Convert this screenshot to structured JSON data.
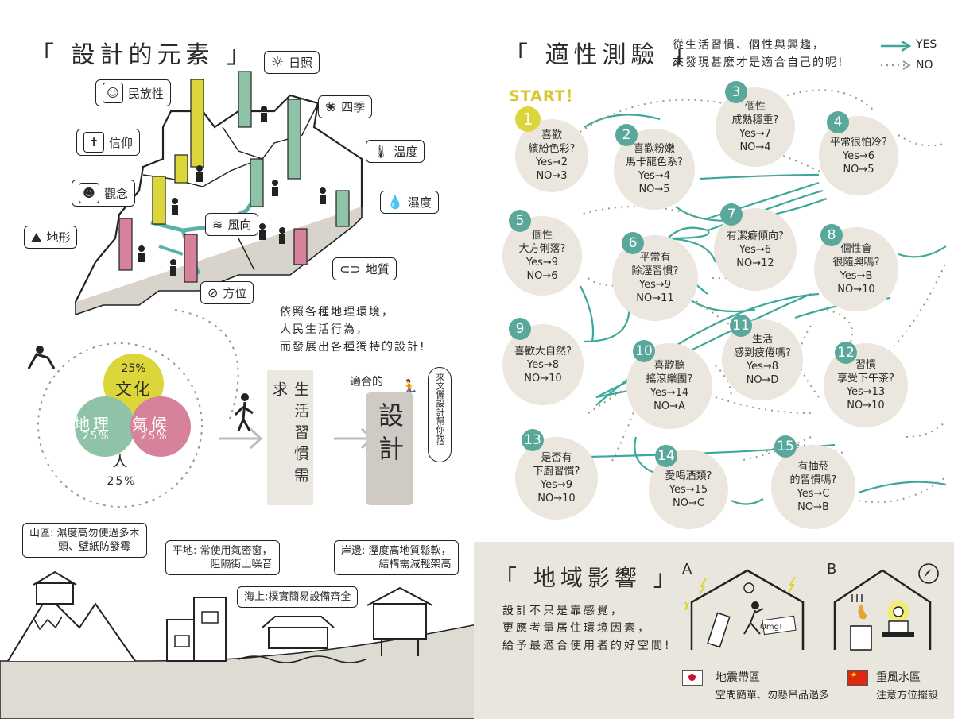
{
  "left": {
    "title": "「 設計的元素 」",
    "elements": {
      "ethnicity": "民族性",
      "faith": "信仰",
      "concept": "觀念",
      "terrain": "地形",
      "sunshine": "日照",
      "seasons": "四季",
      "temperature": "溫度",
      "humidity": "濕度",
      "wind": "風向",
      "geology": "地質",
      "orientation": "方位"
    },
    "caption": [
      "依照各種地理環境，",
      "人民生活行為，",
      "而發展出各種獨特的設計!"
    ],
    "venn": {
      "culture_pct": "25%",
      "culture": "文化",
      "geo": "地理",
      "geo_pct": "25%",
      "climate": "氣候",
      "climate_pct": "25%",
      "person": "人",
      "person_pct": "25%"
    },
    "flow": {
      "need": "生活習慣需求",
      "suitable": "適合的",
      "design": "設計",
      "find": "來文儷設計幫你找!"
    },
    "regions": {
      "mountain": [
        "山區: 濕度高勿使過多木",
        "頭、壁紙防發霉"
      ],
      "flat": [
        "平地: 常使用氣密窗，",
        "阻隔街上噪音"
      ],
      "sea": "海上:樸實簡易設備齊全",
      "coast": [
        "岸邊: 溼度高地質鬆軟，",
        "結構需減輕架高"
      ]
    }
  },
  "right": {
    "title": "「 適性測驗 」",
    "subtitle": [
      "從生活習慣、個性與興趣，",
      "來發現甚麼才是適合自己的呢!"
    ],
    "legend": {
      "yes": "YES",
      "no": "NO"
    },
    "start": "START！",
    "nodes": [
      {
        "n": "1",
        "lines": [
          "喜歡",
          "繽紛色彩?",
          "Yes→2",
          "NO→3"
        ]
      },
      {
        "n": "2",
        "lines": [
          "喜歡粉嫩",
          "馬卡龍色系?",
          "Yes→4",
          "NO→5"
        ]
      },
      {
        "n": "3",
        "lines": [
          "個性",
          "成熟穩重?",
          "Yes→7",
          "NO→4"
        ]
      },
      {
        "n": "4",
        "lines": [
          "平常很怕冷?",
          "Yes→6",
          "NO→5"
        ]
      },
      {
        "n": "5",
        "lines": [
          "個性",
          "大方俐落?",
          "Yes→9",
          "NO→6"
        ]
      },
      {
        "n": "6",
        "lines": [
          "平常有",
          "除溼習慣?",
          "Yes→9",
          "NO→11"
        ]
      },
      {
        "n": "7",
        "lines": [
          "有潔癖傾向?",
          "Yes→6",
          "NO→12"
        ]
      },
      {
        "n": "8",
        "lines": [
          "個性會",
          "很隨興嗎?",
          "Yes→B",
          "NO→10"
        ]
      },
      {
        "n": "9",
        "lines": [
          "喜歡大自然?",
          "Yes→8",
          "NO→10"
        ]
      },
      {
        "n": "10",
        "lines": [
          "喜歡聽",
          "搖滾樂團?",
          "Yes→14",
          "NO→A"
        ]
      },
      {
        "n": "11",
        "lines": [
          "生活",
          "感到疲倦嗎?",
          "Yes→8",
          "NO→D"
        ]
      },
      {
        "n": "12",
        "lines": [
          "習慣",
          "享受下午茶?",
          "Yes→13",
          "NO→10"
        ]
      },
      {
        "n": "13",
        "lines": [
          "是否有",
          "下廚習慣?",
          "Yes→9",
          "NO→10"
        ]
      },
      {
        "n": "14",
        "lines": [
          "愛喝酒類?",
          "Yes→15",
          "NO→C"
        ]
      },
      {
        "n": "15",
        "lines": [
          "有抽菸",
          "的習慣嗎?",
          "Yes→C",
          "NO→B"
        ]
      }
    ],
    "regional": {
      "title": "「 地域影響 」",
      "desc": [
        "設計不只是靠感覺，",
        "更應考量居住環境因素，",
        "給予最適合使用者的好空間!"
      ],
      "a": "A",
      "b": "B",
      "omg": "Omg!",
      "quake_title": "地震帶區",
      "quake_note": "空間簡單、勿懸吊品過多",
      "fengshui_title": "重風水區",
      "fengshui_note": "注意方位擺設"
    }
  }
}
